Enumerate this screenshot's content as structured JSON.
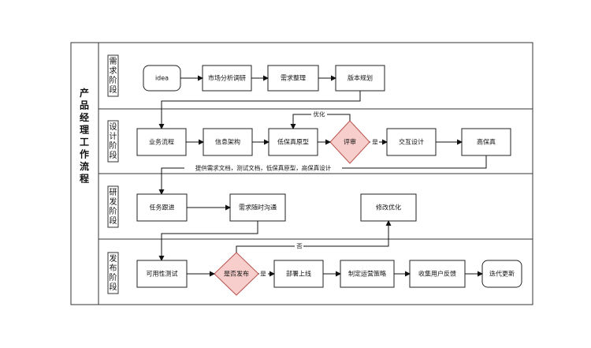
{
  "title": "产品经理工作流程",
  "stages": [
    {
      "id": "s1",
      "label": "需求阶段"
    },
    {
      "id": "s2",
      "label": "设计阶段"
    },
    {
      "id": "s3",
      "label": "研发阶段"
    },
    {
      "id": "s4",
      "label": "发布阶段"
    }
  ],
  "nodes": {
    "idea": "idea",
    "market": "市场分析调研",
    "req_sort": "需求整理",
    "version": "版本规划",
    "biz_flow": "业务流程",
    "info_arch": "信息架构",
    "lofi": "低保真原型",
    "review": "评审",
    "interaction": "交互设计",
    "hifi": "高保真",
    "task_track": "任务跟进",
    "req_comm": "需求随时沟通",
    "fix": "修改优化",
    "usability": "可用性测试",
    "release_q": "是否发布",
    "deploy": "部署上线",
    "ops": "制定运营策略",
    "feedback": "收集用户反馈",
    "iterate": "迭代更新"
  },
  "edge_labels": {
    "optimize": "优化",
    "yes1": "是",
    "docs": "提供需求文档，测试文档，低保真原型，高保真设计",
    "no": "否",
    "yes2": "是"
  },
  "colors": {
    "decision_fill": "#f8cecc",
    "decision_stroke": "#b85450"
  }
}
